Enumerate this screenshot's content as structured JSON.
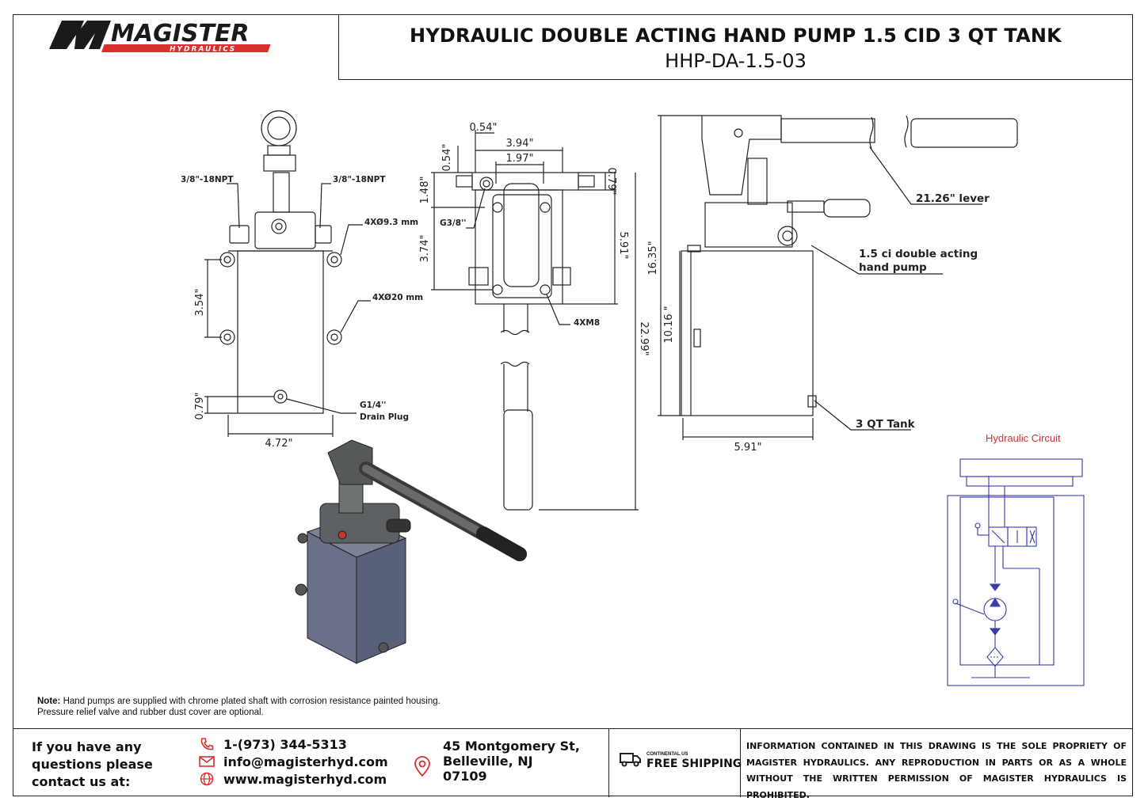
{
  "title": {
    "main": "HYDRAULIC DOUBLE ACTING HAND PUMP 1.5 CID 3 QT TANK",
    "model": "HHP-DA-1.5-03"
  },
  "logo": {
    "name": "MAGISTER",
    "tagline": "HYDRAULICS",
    "icon": "magister-logo"
  },
  "front_view": {
    "port_left": "3/8\"-18NPT",
    "port_right": "3/8\"-18NPT",
    "mount_holes": "4XØ9.3 mm",
    "mount_holes_2": "4XØ20 mm",
    "dim_hole_spacing": "3.54\"",
    "dim_drain": "0.79\"",
    "dim_width": "4.72\"",
    "drain": "G1/4''",
    "drain_label": "Drain Plug"
  },
  "top_view": {
    "dim_054_h": "0.54\"",
    "dim_394": "3.94\"",
    "dim_197": "1.97\"",
    "dim_054_v": "0.54\"",
    "dim_148": "1.48\"",
    "dim_079": "0.79\"",
    "dim_374": "3.74\"",
    "dim_591": "5.91\"",
    "dim_2299": "22.99\"",
    "port": "G3/8''",
    "bolts": "4XM8"
  },
  "side_view": {
    "dim_1635": "16.35\"",
    "dim_1016": "10.16 \"",
    "dim_591": "5.91\"",
    "lever": "21.26\" lever",
    "pump_line1": "1.5 ci double acting",
    "pump_line2": "hand pump",
    "tank": "3 QT Tank"
  },
  "circuit": {
    "title": "Hydraulic Circuit",
    "color": "#3a3aa8",
    "title_color": "#d8302f"
  },
  "note": {
    "label": "Note:",
    "line1": "Hand pumps are supplied with chrome plated shaft with corrosion resistance painted housing.",
    "line2": "Pressure relief valve and rubber dust cover are optional."
  },
  "footer": {
    "question_lines": [
      "If you have any",
      "questions please",
      "contact us at:"
    ],
    "phone": "1-(973) 344-5313",
    "email": "info@magisterhyd.com",
    "website": "www.magisterhyd.com",
    "address_lines": [
      "45 Montgomery St,",
      "Belleville, NJ",
      "07109"
    ],
    "shipping_small": "CONTINENTAL US",
    "shipping_big": "FREE SHIPPING",
    "disclaimer": "INFORMATION CONTAINED IN THIS DRAWING IS THE SOLE PROPRIETY OF MAGISTER HYDRAULICS. ANY REPRODUCTION IN PARTS OR AS A WHOLE WITHOUT THE WRITTEN PERMISSION OF MAGISTER HYDRAULICS IS PROHIBITED.",
    "accent_color": "#d8302f"
  }
}
